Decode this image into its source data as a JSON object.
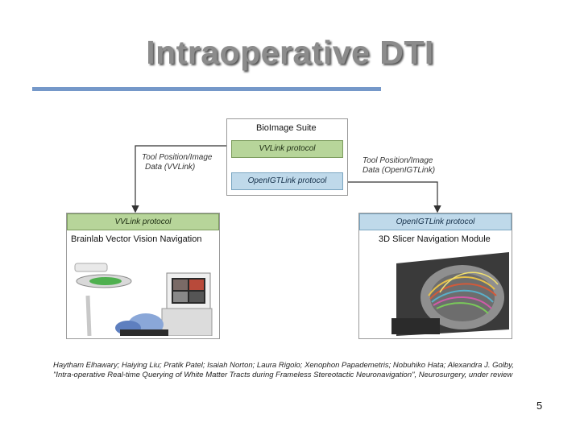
{
  "slide": {
    "title": "Intraoperative DTI",
    "page_number": "5",
    "citation": "Haytham Elhawary; Haiying Liu; Pratik Patel; Isaiah Norton; Laura Rigolo; Xenophon Papademetris; Nobuhiko Hata; Alexandra J. Golby, \"Intra-operative Real-time Querying of White Matter Tracts during Frameless Stereotactic Neuronavigation\", Neurosurgery, under review"
  },
  "diagram": {
    "bioimage": {
      "title": "BioImage Suite",
      "vvlink": "VVLink protocol",
      "openigt": "OpenIGTLink protocol"
    },
    "left_arrow_label_line1": "Tool Position/Image",
    "left_arrow_label_line2": "Data (VVLink)",
    "right_arrow_label_line1": "Tool Position/Image",
    "right_arrow_label_line2": "Data (OpenIGTLink)",
    "brainlab": {
      "protocol": "VVLink protocol",
      "title": "Brainlab Vector Vision Navigation"
    },
    "slicer": {
      "protocol": "OpenIGTLink protocol",
      "title": "3D Slicer Navigation Module"
    },
    "colors": {
      "green_header": "#b7d59a",
      "blue_header": "#bfd9ea",
      "title_rule": "#7598c9"
    }
  }
}
